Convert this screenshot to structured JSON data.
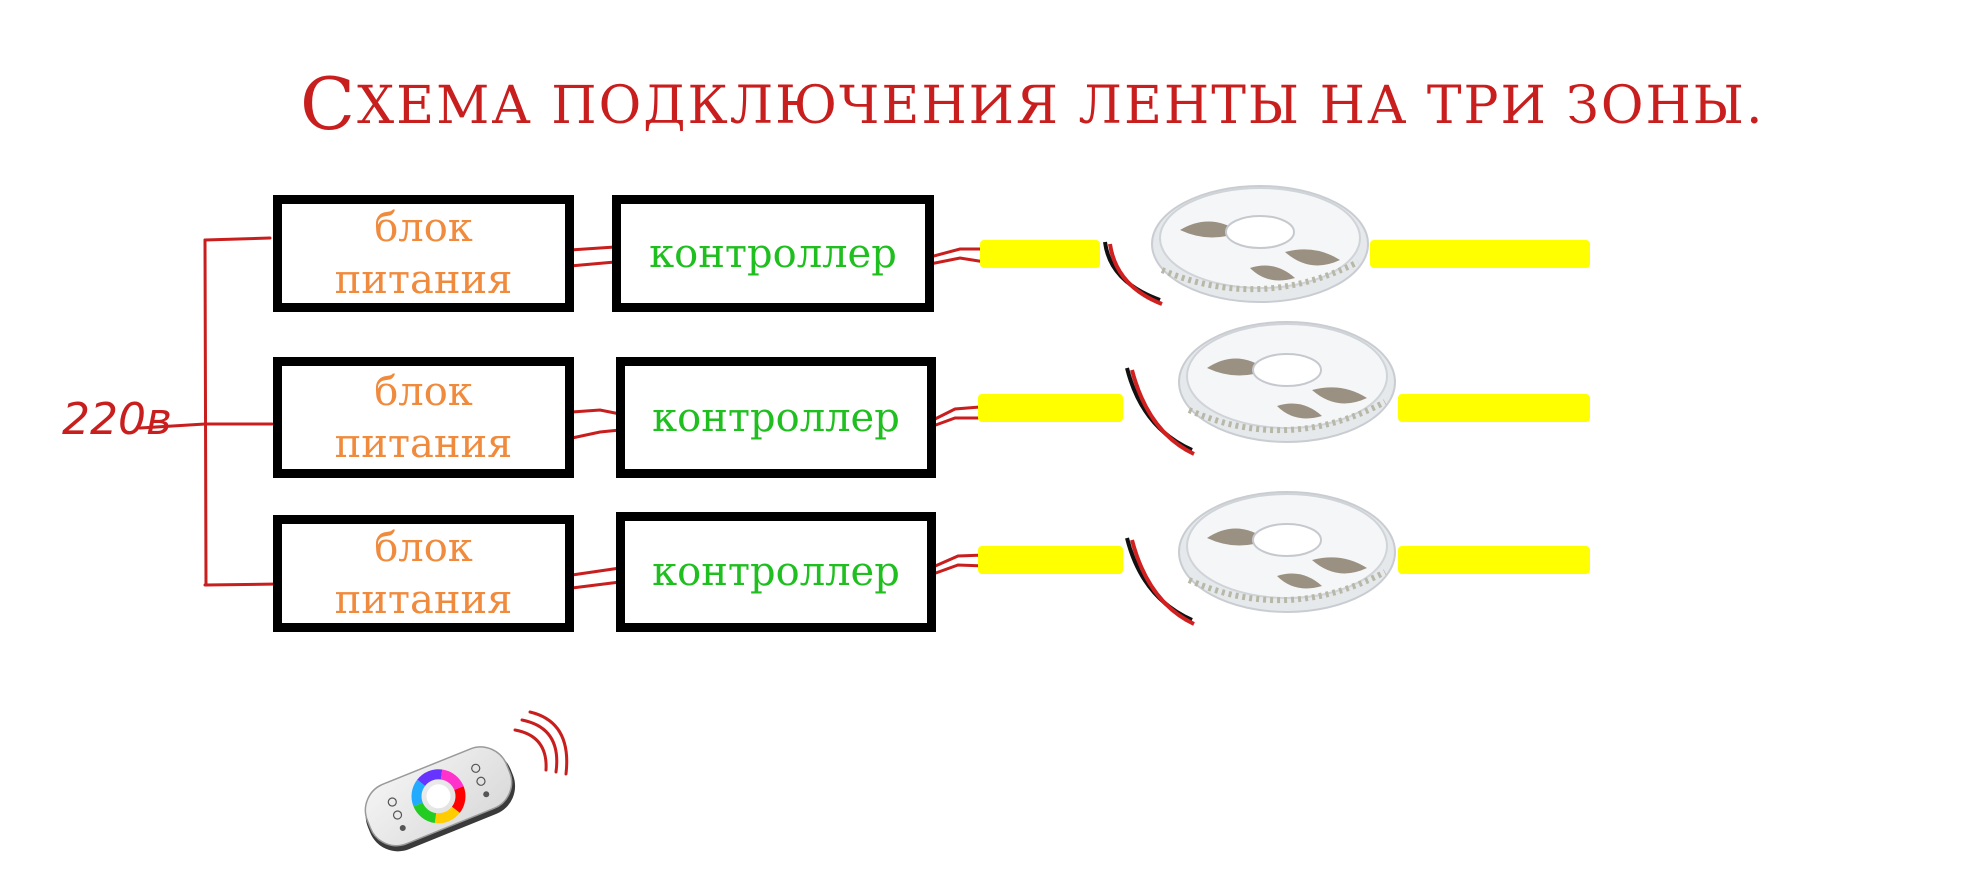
{
  "title": {
    "first_letter": "С",
    "rest": "ХЕМА ПОДКЛЮЧЕНИЯ ЛЕНТЫ НА  ТРИ ЗОНЫ."
  },
  "input_label": "220в",
  "zones": [
    {
      "psu": {
        "line1": "блок",
        "line2": "питания"
      },
      "controller": "контроллер"
    },
    {
      "psu": {
        "line1": "блок",
        "line2": "питания"
      },
      "controller": "контроллер"
    },
    {
      "psu": {
        "line1": "блок",
        "line2": "питания"
      },
      "controller": "контроллер"
    }
  ],
  "colors": {
    "title": "#c81e1e",
    "wire": "#c81e1e",
    "psu_text": "#f08a3c",
    "controller_text": "#1fbf1f",
    "box_border": "#000000",
    "strip": "#ffff00"
  },
  "icons": [
    "led-strip-reel-icon",
    "rgb-remote-icon",
    "wireless-signal-icon"
  ]
}
